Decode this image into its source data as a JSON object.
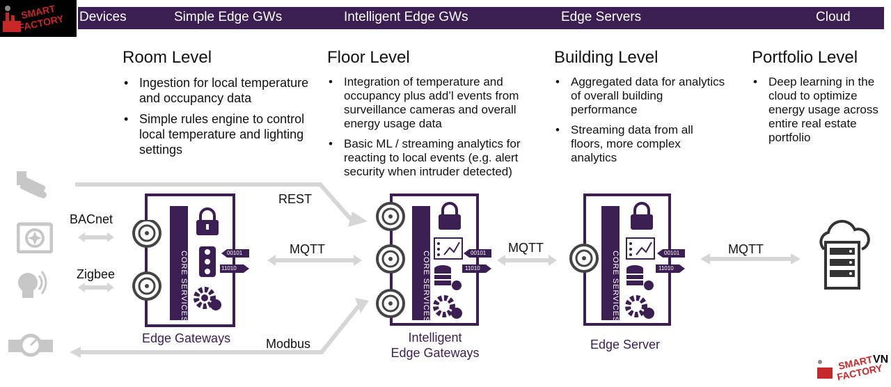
{
  "header": {
    "devices": "Devices",
    "simple": "Simple Edge GWs",
    "intelligent": "Intelligent Edge GWs",
    "servers": "Edge Servers",
    "cloud": "Cloud"
  },
  "logo": {
    "line1": "SMART",
    "line2": "FACTORY",
    "suffix": "VN"
  },
  "levels": [
    {
      "title": "Room Level",
      "bullets": [
        "Ingestion for local temperature and occupancy data",
        "Simple rules engine to control local temperature and lighting settings"
      ]
    },
    {
      "title": "Floor Level",
      "bullets": [
        "Integration of temperature and occupancy plus add’l events from surveillance cameras and overall energy usage data",
        "Basic ML / streaming analytics for reacting to local events (e.g. alert security when intruder detected)"
      ]
    },
    {
      "title": "Building Level",
      "bullets": [
        "Aggregated data for analytics of overall building performance",
        "Streaming data from all floors, more complex analytics"
      ]
    },
    {
      "title": "Portfolio Level",
      "bullets": [
        "Deep learning in the cloud to optimize energy usage across entire real estate portfolio"
      ]
    }
  ],
  "protocols": {
    "bacnet": "BACnet",
    "zigbee": "Zigbee",
    "rest": "REST",
    "mqtt1": "MQTT",
    "mqtt2": "MQTT",
    "mqtt3": "MQTT",
    "modbus": "Modbus"
  },
  "boxes": {
    "edge_gateways": "Edge Gateways",
    "intelligent_line1": "Intelligent",
    "intelligent_line2": "Edge Gateways",
    "edge_server": "Edge Server",
    "core_services": "CORE SERVICES",
    "bits1": "00101",
    "bits2": "11010"
  },
  "icons": [
    "camera-icon",
    "fan-icon",
    "lightbulb-icon",
    "meter-icon",
    "lock-icon",
    "traffic-light-icon",
    "gear-icon",
    "chart-icon",
    "database-icon",
    "cloud-server-icon"
  ],
  "colors": {
    "brand_purple": "#3b1f52",
    "arrow_gray": "#d6d6d6",
    "icon_gray": "#c7c7c7",
    "logo_red": "#c62828"
  }
}
